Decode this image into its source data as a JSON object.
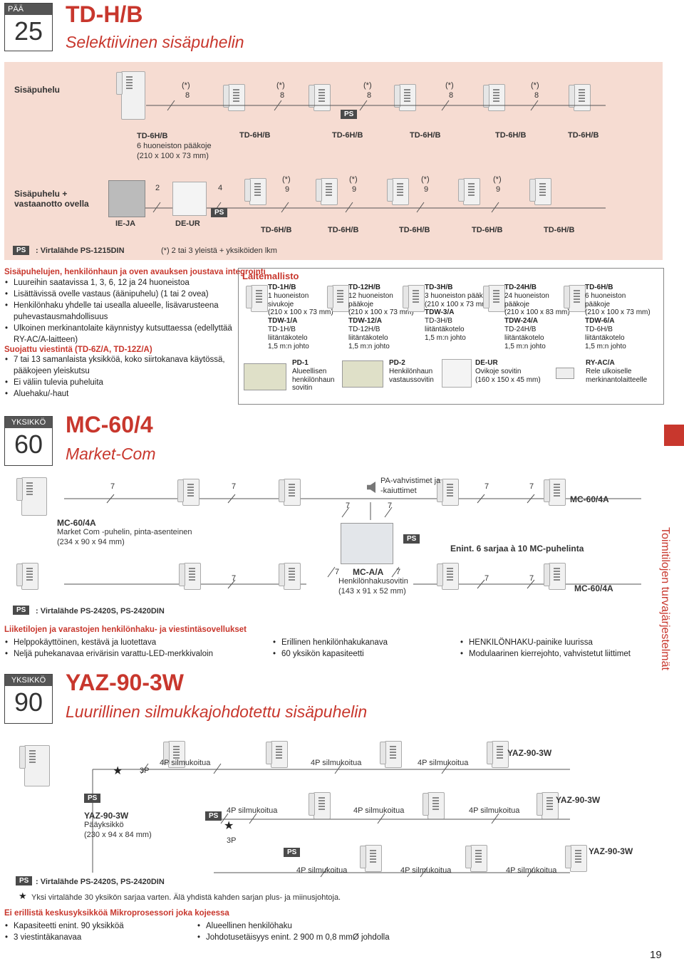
{
  "header": {
    "tag": "PÄÄ",
    "num": "25",
    "title": "TD-H/B",
    "subtitle": "Selektiivinen sisäpuhelin"
  },
  "sec1": {
    "row1_label": "Sisäpuhelu",
    "row2_label1": "Sisäpuhelu +",
    "row2_label2": "vastaanotto ovella",
    "star8": "(*)",
    "eight": "8",
    "star9": "(*)",
    "nine": "9",
    "main_title": "TD-6H/B",
    "main_d1": "6 huoneiston pääkoje",
    "main_d2": "(210 x 100 x 73 mm)",
    "unit": "TD-6H/B",
    "ps": "PS",
    "iaja": "IE-JA",
    "deur": "DE-UR",
    "two": "2",
    "four": "4",
    "footer_ps": "PS",
    "footer_power": ": Virtalähde PS-1215DIN",
    "footer_note": "(*) 2 tai 3 yleistä + yksiköiden lkm"
  },
  "features1": {
    "heading": "Sisäpuhelujen, henkilönhaun ja oven avauksen joustava integrointi",
    "items": [
      "Luureihin saatavissa 1, 3, 6, 12 ja 24 huoneistoa",
      "Lisättävissä ovelle vastaus (äänipuhelu) (1 tai 2 ovea)",
      "Henkilönhaku yhdelle tai usealla alueelle, lisävarusteena puhevastausmahdollisuus",
      "Ulkoinen merkinantolaite käynnistyy kutsuttaessa (edellyttää RY-AC/A-laitteen)"
    ],
    "heading2": "Suojattu viestintä (TD-6Z/A, TD-12Z/A)",
    "items2": [
      "7 tai 13 samanlaista yksikköä, koko siirtokanava käytössä, pääkojeen yleiskutsu",
      "Ei väliin tulevia puheluita",
      "Aluehaku/-haut"
    ]
  },
  "laitemallisto": {
    "title": "Laitemallisto",
    "m1": [
      "TD-1H/B",
      "1 huoneiston",
      "sivukoje",
      "(210 x 100 x 73 mm)",
      "TDW-1/A",
      "TD-1H/B",
      "liitäntäkotelo",
      "1,5 m:n johto"
    ],
    "m2": [
      "TD-12H/B",
      "12 huoneiston",
      "pääkoje",
      "(210 x 100 x 73 mm)",
      "TDW-12/A",
      "TD-12H/B",
      "liitäntäkotelo",
      "1,5 m:n johto"
    ],
    "m3": [
      "TD-3H/B",
      "3 huoneiston pääkoje",
      "(210 x 100 x 73 mm)",
      "TDW-3/A",
      "TD-3H/B",
      "liitäntäkotelo",
      "1,5 m:n johto"
    ],
    "m4": [
      "TD-24H/B",
      "24 huoneiston",
      "pääkoje",
      "(210 x 100 x 83 mm)",
      "TDW-24/A",
      "TD-24H/B",
      "liitäntäkotelo",
      "1,5 m:n johto"
    ],
    "m5": [
      "TD-6H/B",
      "6 huoneiston",
      "pääkoje",
      "(210 x 100 x 73 mm)",
      "TDW-6/A",
      "TD-6H/B",
      "liitäntäkotelo",
      "1,5 m:n johto"
    ],
    "pd1": [
      "PD-1",
      "Alueellisen",
      "henkilönhaun",
      "sovitin"
    ],
    "pd2": [
      "PD-2",
      "Henkilönhaun",
      "vastaussovitin"
    ],
    "deur": [
      "DE-UR",
      "Ovikoje sovitin",
      "(160 x 150 x 45 mm)"
    ],
    "ry": [
      "RY-AC/A",
      "Rele ulkoiselle",
      "merkinantolaitteelle"
    ]
  },
  "mc": {
    "tag": "YKSIKKÖ",
    "num": "60",
    "title": "MC-60/4",
    "subtitle": "Market-Com",
    "seven": "7",
    "pa1": "PA-vahvistimet ja",
    "pa2": "-kaiuttimet",
    "mc60a": "MC-60/4A",
    "unit_t": "MC-60/4A",
    "unit_d1": "Market Com -puhelin, pinta-asenteinen",
    "unit_d2": "(234 x 90 x 94 mm)",
    "ps": "PS",
    "mca": "MC-A/A",
    "mca_d1": "Henkilönhakusovitin",
    "mca_d2": "(143 x 91 x 52 mm)",
    "enint": "Enint. 6 sarjaa à 10 MC-puhelinta",
    "power": ": Virtalähde PS-2420S, PS-2420DIN",
    "feat_head": "Liiketilojen ja varastojen henkilönhaku- ja viestintäsovellukset",
    "f1": [
      "Helppokäyttöinen, kestävä ja luotettava",
      "Neljä puhekanavaa erivärisin varattu-LED-merkkivaloin"
    ],
    "f2": [
      "Erillinen henkilönhakukanava",
      "60 yksikön kapasiteetti"
    ],
    "f3": [
      "HENKILÖNHAKU-painike luurissa",
      "Modulaarinen kierrejohto, vahvistetut liittimet"
    ]
  },
  "yaz": {
    "tag": "YKSIKKÖ",
    "num": "90",
    "title": "YAZ-90-3W",
    "subtitle": "Luurillinen silmukkajohdotettu sisäpuhelin",
    "star": "★",
    "p3": "3P",
    "p4": "4P silmukoitua",
    "model": "YAZ-90-3W",
    "ps": "PS",
    "main_t": "YAZ-90-3W",
    "main_d1": "Pääyksikkö",
    "main_d2": "(230 x 94 x 84 mm)",
    "power": ": Virtalähde PS-2420S, PS-2420DIN",
    "note": "Yksi virtalähde 30 yksikön sarjaa varten. Älä yhdistä kahden sarjan plus- ja miinusjohtoja.",
    "feat_head": "Ei erillistä keskusyksikköä  Mikroprosessori joka kojeessa",
    "f1": [
      "Kapasiteetti enint. 90 yksikköä",
      "3 viestintäkanavaa"
    ],
    "f2": [
      "Alueellinen henkilöhaku",
      "Johdotusetäisyys enint. 2 900 m 0,8 mmØ johdolla"
    ]
  },
  "side": {
    "text": "Toimitilojen turvajärjestelmät"
  },
  "page": {
    "number": "19"
  },
  "colors": {
    "accent": "#c8372d",
    "band": "#f6dcd2"
  }
}
